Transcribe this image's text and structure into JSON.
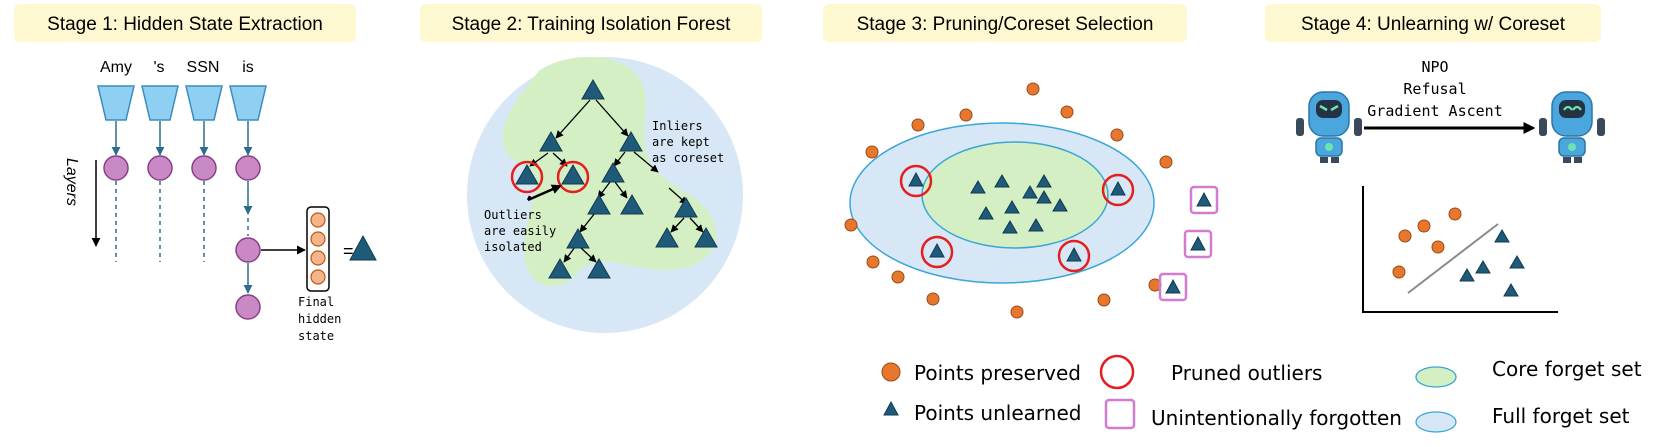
{
  "stage1": {
    "title": "Stage 1: Hidden State Extraction",
    "tokens": [
      "Amy",
      "'s",
      "SSN",
      "is"
    ],
    "layers_label": "Layers",
    "equals": "=",
    "final_label_lines": [
      "Final",
      "hidden",
      "state"
    ]
  },
  "stage2": {
    "title": "Stage 2: Training Isolation Forest",
    "inliers_lines": [
      "Inliers",
      "are kept",
      "as coreset"
    ],
    "outliers_lines": [
      "Outliers",
      "are easily",
      "isolated"
    ]
  },
  "stage3": {
    "title": "Stage 3: Pruning/Coreset Selection"
  },
  "stage4": {
    "title": "Stage 4: Unlearning w/ Coreset",
    "methods": [
      "NPO",
      "Refusal",
      "Gradient Ascent"
    ]
  },
  "legend": {
    "points_preserved": "Points preserved",
    "points_unlearned": "Points unlearned",
    "pruned_outliers": "Pruned outliers",
    "unintentionally_forgotten": "Unintentionally forgotten",
    "core_forget_set": "Core forget set",
    "full_forget_set": "Full forget set"
  },
  "colors": {
    "title_bg": "#fdf8d0",
    "orange_point": "#e8772e",
    "triangle": "#1f5a78",
    "red_circle": "#e41f1f",
    "pink_square": "#d37bd0",
    "green_region": "#d4efc4",
    "blue_region": "#d8e7f5",
    "trapezoid": "#8fd0f2",
    "purple_node": "#c889c4",
    "node_orange": "#f6b48a",
    "robot_blue": "#4aa6dd"
  }
}
